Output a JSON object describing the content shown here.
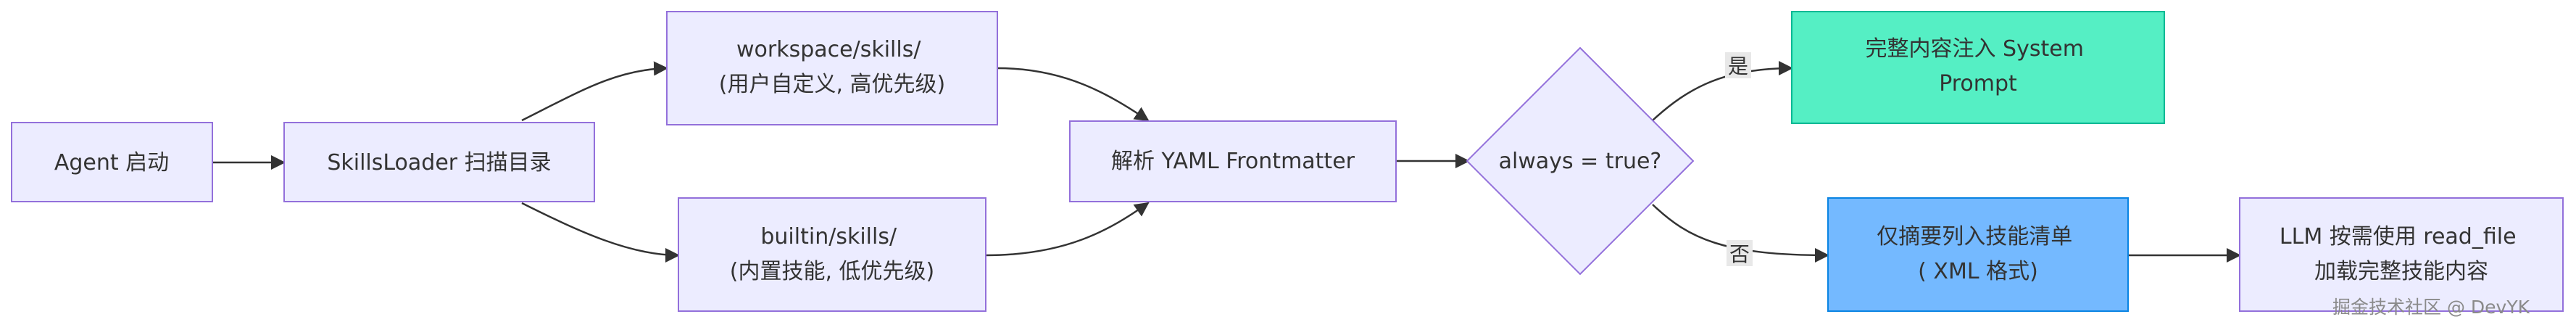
{
  "colors": {
    "node_fill": "#ECECFF",
    "node_stroke": "#9370DB",
    "edge": "#333333",
    "label_bg": "#e8e8e8",
    "system_prompt_fill": "#55EFC4",
    "system_prompt_stroke": "#00B894",
    "skills_list_fill": "#74B9FF",
    "skills_list_stroke": "#0984E3"
  },
  "nodes": {
    "agent_start": {
      "lines": [
        "Agent 启动"
      ]
    },
    "skills_loader": {
      "lines": [
        "SkillsLoader 扫描目录"
      ]
    },
    "workspace_skills": {
      "lines": [
        "workspace/skills/",
        "(用户自定义, 高优先级)"
      ]
    },
    "builtin_skills": {
      "lines": [
        "builtin/skills/",
        "(内置技能, 低优先级)"
      ]
    },
    "parse_yaml": {
      "lines": [
        "解析 YAML Frontmatter"
      ]
    },
    "decision": {
      "lines": [
        "always = true?"
      ]
    },
    "full_inject": {
      "lines": [
        "完整内容注入 System",
        "Prompt"
      ]
    },
    "summary_list": {
      "lines": [
        "仅摘要列入技能清单",
        "( XML 格式)"
      ]
    },
    "llm_read": {
      "lines": [
        "LLM 按需使用 read_file",
        "加载完整技能内容"
      ]
    }
  },
  "edge_labels": {
    "yes": "是",
    "no": "否"
  },
  "watermark": "掘金技术社区 @ DevYK"
}
